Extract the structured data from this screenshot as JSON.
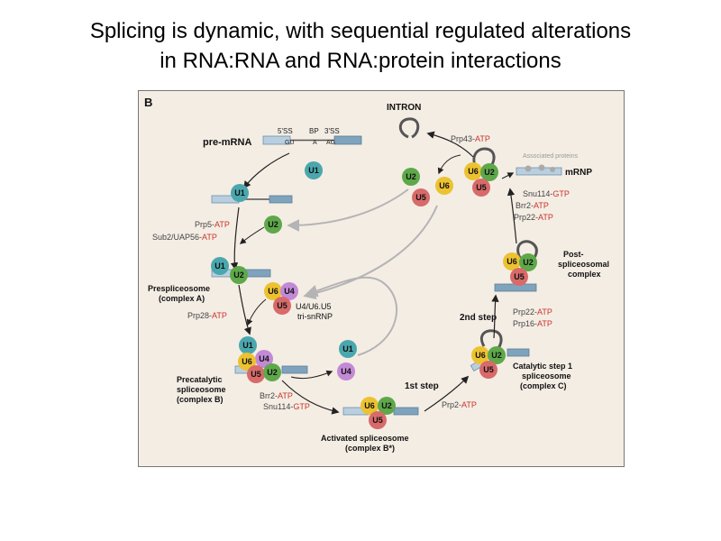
{
  "slide": {
    "title_line1": "Splicing is dynamic, with sequential regulated alterations",
    "title_line2": "in RNA:RNA and RNA:protein interactions"
  },
  "figure": {
    "panel_label": "B",
    "premrna": {
      "label": "pre-mRNA",
      "ss5_label": "5'SS",
      "bp_label": "BP",
      "ss3_label": "3'SS",
      "gu": "GU",
      "a": "A",
      "ag": "AG"
    },
    "intron_label": "INTRON",
    "mrnp_label": "mRNP",
    "associated_proteins": "Associated proteins",
    "snrnps": {
      "u1": "U1",
      "u2": "U2",
      "u4": "U4",
      "u5": "U5",
      "u6": "U6"
    },
    "complexes": {
      "presp_line1": "Prespliceosome",
      "presp_line2": "(complex A)",
      "tri_line1": "U4/U6.U5",
      "tri_line2": "tri-snRNP",
      "precat_line1": "Precatalytic",
      "precat_line2": "spliceosome",
      "precat_line3": "(complex B)",
      "activated_line1": "Activated spliceosome",
      "activated_line2": "(complex B*)",
      "catalytic_line1": "Catalytic step 1",
      "catalytic_line2": "spliceosome",
      "catalytic_line3": "(complex C)",
      "post_line1": "Post-",
      "post_line2": "spliceosomal",
      "post_line3": "complex"
    },
    "steps": {
      "first": "1st step",
      "second": "2nd step"
    },
    "factors": {
      "prp5": {
        "name": "Prp5-",
        "cofactor": "ATP"
      },
      "sub2": {
        "name": "Sub2/UAP56-",
        "cofactor": "ATP"
      },
      "prp28": {
        "name": "Prp28-",
        "cofactor": "ATP"
      },
      "brr2_b": {
        "name": "Brr2-",
        "cofactor": "ATP"
      },
      "snu114_b": {
        "name": "Snu114-",
        "cofactor": "GTP"
      },
      "prp2": {
        "name": "Prp2-",
        "cofactor": "ATP"
      },
      "prp22_c": {
        "name": "Prp22-",
        "cofactor": "ATP"
      },
      "prp16": {
        "name": "Prp16-",
        "cofactor": "ATP"
      },
      "snu114_p": {
        "name": "Snu114-",
        "cofactor": "GTP"
      },
      "brr2_p": {
        "name": "Brr2-",
        "cofactor": "ATP"
      },
      "prp22_p": {
        "name": "Prp22-",
        "cofactor": "ATP"
      },
      "prp43": {
        "name": "Prp43-",
        "cofactor": "ATP"
      }
    },
    "colors": {
      "panel_bg": "#f4ede4",
      "u1": "#4aa7ad",
      "u2": "#5ea84a",
      "u4": "#c389d6",
      "u5": "#d86a6a",
      "u6": "#ecc230",
      "rna": "#7fa3bd",
      "cofactor": "#c8342c",
      "arrow_black": "#222222",
      "arrow_gray": "#b4b4b4"
    }
  }
}
